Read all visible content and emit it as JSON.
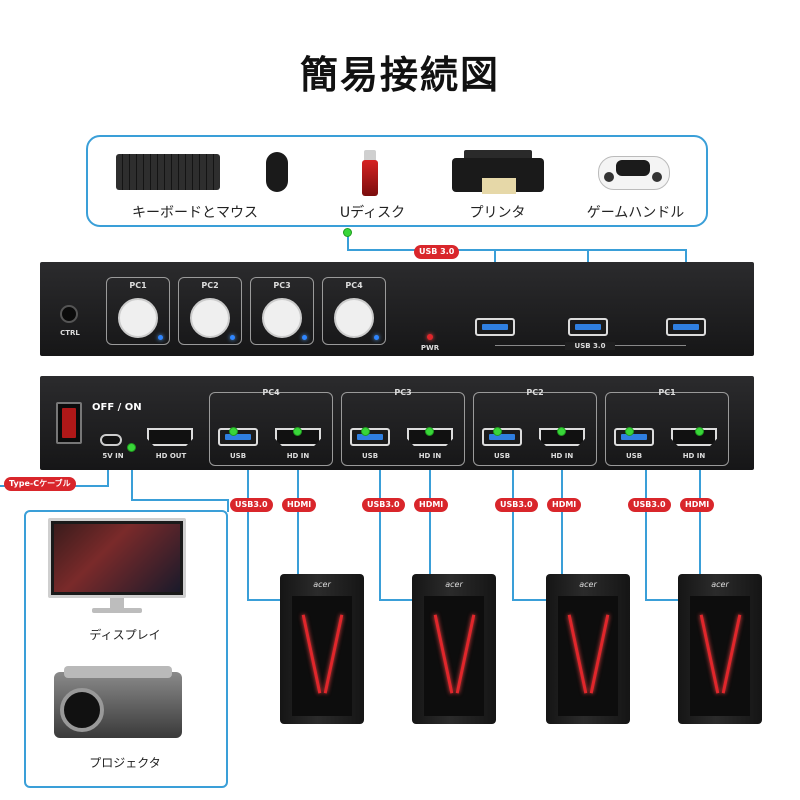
{
  "title": "簡易接続図",
  "peripherals": [
    {
      "label": "キーボードとマウス",
      "icon": "keyboard-mouse-icon"
    },
    {
      "label": "Uディスク",
      "icon": "usb-drive-icon"
    },
    {
      "label": "プリンタ",
      "icon": "printer-icon"
    },
    {
      "label": "ゲームハンドル",
      "icon": "gamepad-icon"
    }
  ],
  "front_panel": {
    "ctrl_label": "CTRL",
    "pc_buttons": [
      "PC1",
      "PC2",
      "PC3",
      "PC4"
    ],
    "pwr_label": "PWR",
    "usb_label": "USB 3.0",
    "usb_tag": "USB 3.0"
  },
  "back_panel": {
    "power_label": "OFF / ON",
    "typec_label": "5V IN",
    "hdmi_out_label": "HD OUT",
    "groups": [
      {
        "name": "PC4",
        "usb": "USB",
        "hdmi": "HD IN"
      },
      {
        "name": "PC3",
        "usb": "USB",
        "hdmi": "HD IN"
      },
      {
        "name": "PC2",
        "usb": "USB",
        "hdmi": "HD IN"
      },
      {
        "name": "PC1",
        "usb": "USB",
        "hdmi": "HD IN"
      }
    ],
    "cable_tags": {
      "usb": "USB3.0",
      "hdmi": "HDMI"
    }
  },
  "typec_tag": "Type-Cケーブル",
  "outputs": [
    {
      "label": "ディスプレイ",
      "icon": "monitor-icon"
    },
    {
      "label": "プロジェクタ",
      "icon": "projector-icon"
    }
  ],
  "computers": [
    {
      "brand": "acer",
      "icon": "pc-tower-icon"
    },
    {
      "brand": "acer",
      "icon": "pc-tower-icon"
    },
    {
      "brand": "acer",
      "icon": "pc-tower-icon"
    },
    {
      "brand": "acer",
      "icon": "pc-tower-icon"
    }
  ],
  "colors": {
    "line": "#3a9fd8",
    "tag": "#d9262b",
    "dot": "#39d639",
    "panel": "#1e1e1f"
  }
}
